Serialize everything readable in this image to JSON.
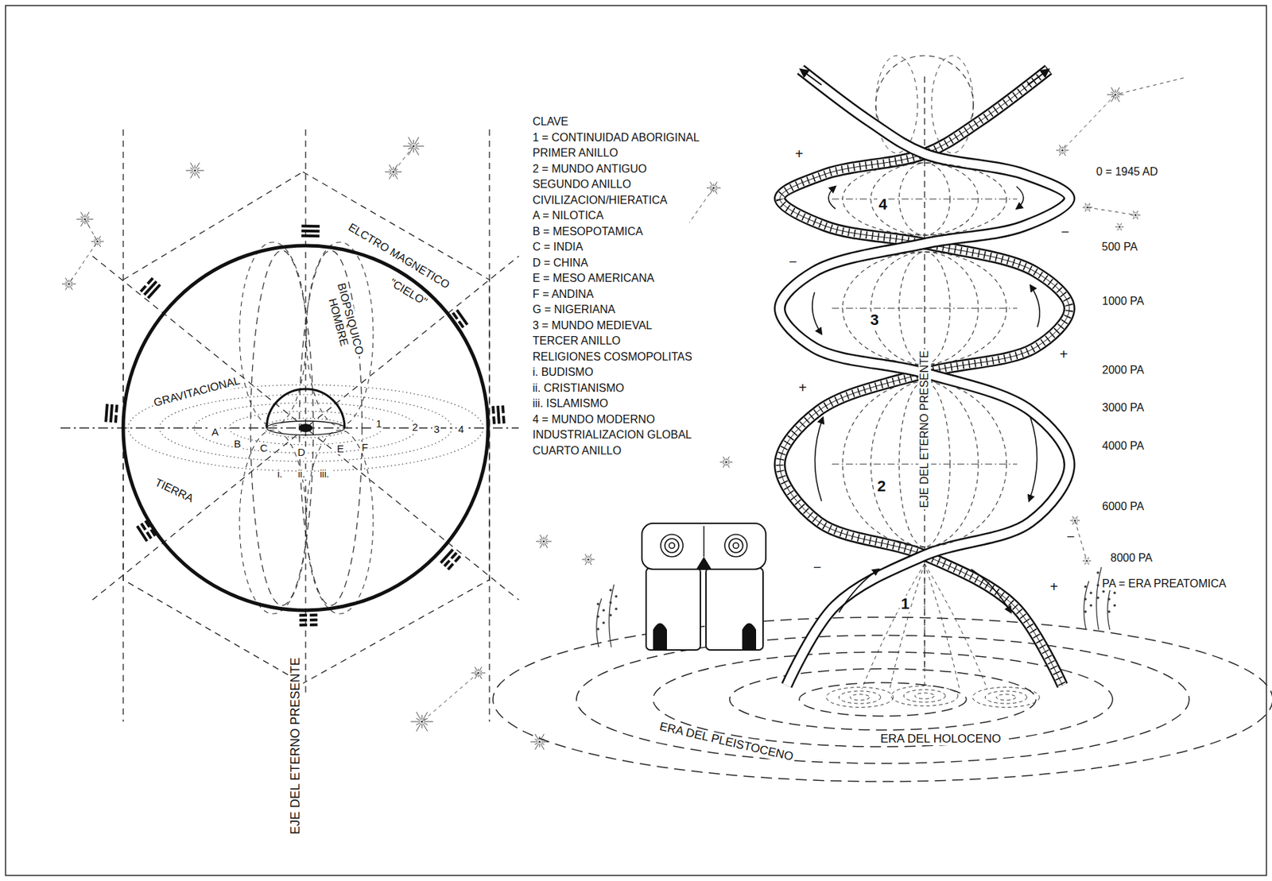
{
  "diagram": {
    "nodes": [
      {
        "text": [
          "4"
        ]
      },
      {
        "text": [
          "3"
        ]
      },
      {
        "text": [
          "2"
        ]
      }
    ],
    "labels": [
      "ELCTRO MAGNETICO",
      "\"CIELO\"",
      "BIOPSIQUICO HOMBRE",
      "GRAVITACIONAL",
      "TIERRA",
      "A",
      "B",
      "C",
      "D",
      "E",
      "F",
      "1",
      "2",
      "3",
      "4",
      "i.",
      "ii.",
      "iii.",
      "EJE DEL ETERNO PRESENTE",
      "CLAVE",
      "1 = CONTINUIDAD ABORIGINAL",
      "PRIMER ANILLO",
      "2 = MUNDO ANTIGUO",
      "SEGUNDO ANILLO",
      "CIVILIZACION/HIERATICA",
      "A = NILOTICA",
      "B = MESOPOTAMICA",
      "C = INDIA",
      "D = CHINA",
      "E = MESO AMERICANA",
      "F = ANDINA",
      "G = NIGERIANA",
      "3 = MUNDO MEDIEVAL",
      "TERCER ANILLO",
      "RELIGIONES COSMOPOLITAS",
      "i. BUDISMO",
      "ii. CRISTIANISMO",
      "iii. ISLAMISMO",
      "4 = MUNDO MODERNO",
      "INDUSTRIALIZACION GLOBAL",
      "CUARTO ANILLO",
      "1",
      "EJE DEL ETERNO PRESENTE",
      "0 = 1945 AD",
      "500 PA",
      "1000 PA",
      "2000 PA",
      "3000 PA",
      "4000 PA",
      "6000 PA",
      "8000 PA",
      "PA = ERA PREATOMICA",
      "+",
      "−",
      "−",
      "+",
      "+",
      "−",
      "−",
      "+",
      "ERA DEL PLEISTOCENO",
      "ERA DEL HOLOCENO"
    ]
  }
}
